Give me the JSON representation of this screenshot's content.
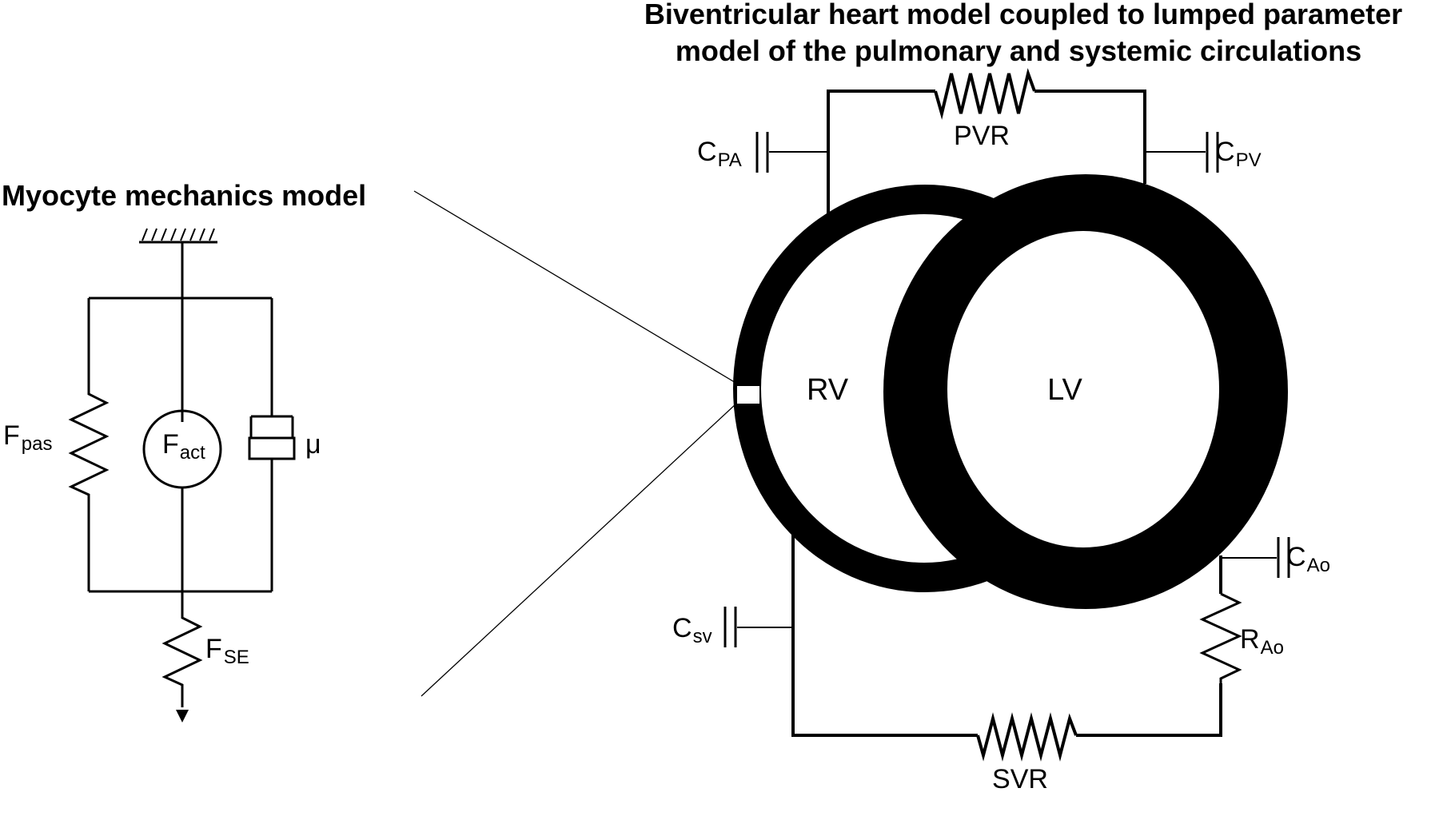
{
  "titles": {
    "heart_line1": "Biventricular heart model coupled to lumped parameter",
    "heart_line2": "model of the pulmonary and systemic circulations",
    "myocyte": "Myocyte mechanics model"
  },
  "myocyte_labels": {
    "fpas_main": "F",
    "fpas_sub": "pas",
    "fact_main": "F",
    "fact_sub": "act",
    "mu": "μ",
    "fse_main": "F",
    "fse_sub": "SE"
  },
  "heart_labels": {
    "rv": "RV",
    "lv": "LV"
  },
  "circuit_labels": {
    "pvr": "PVR",
    "svr": "SVR",
    "cpa_main": "C",
    "cpa_sub": "PA",
    "cpv_main": "C",
    "cpv_sub": "PV",
    "csv_main": "C",
    "csv_sub": "sv",
    "cao_main": "C",
    "cao_sub": "Ao",
    "rao_main": "R",
    "rao_sub": "Ao"
  },
  "colors": {
    "ink": "#000000",
    "background": "#ffffff"
  }
}
